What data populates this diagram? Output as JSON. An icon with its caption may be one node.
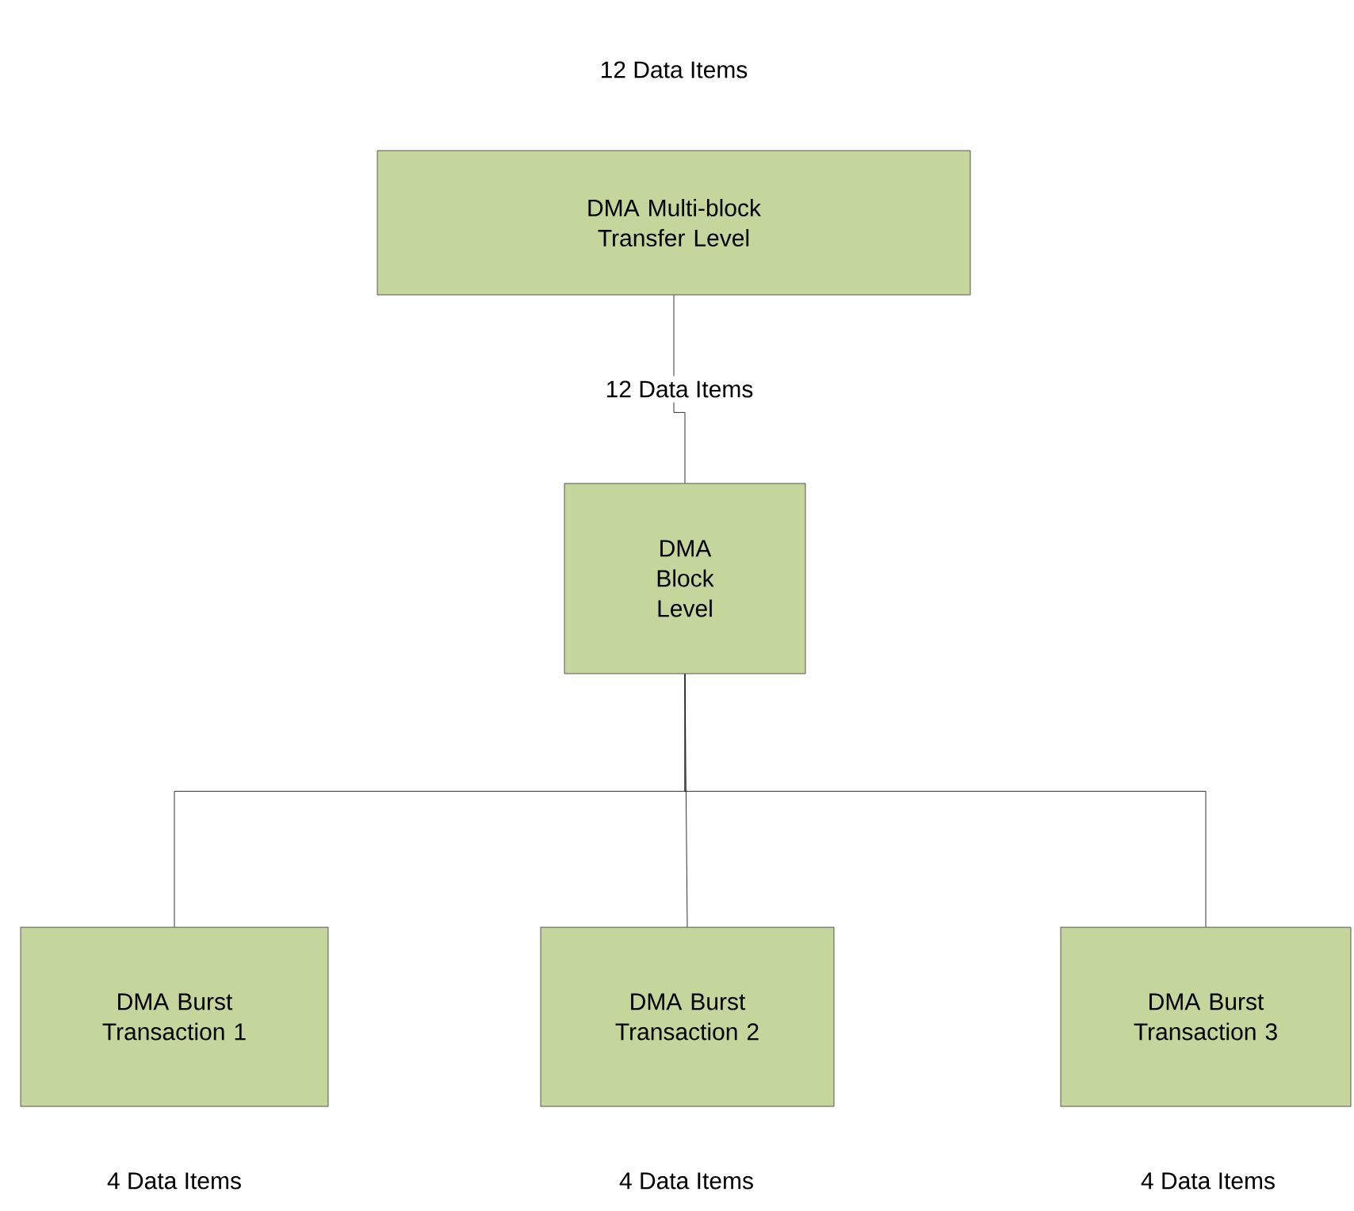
{
  "diagram": {
    "nodes": [
      {
        "text": [
          "DMA Multi-block Transfer Level"
        ],
        "beside": [
          "12 Data Items"
        ]
      },
      {
        "text": [
          "DMA Block Level"
        ]
      },
      {
        "text": [
          "DMA Burst Transaction 1"
        ],
        "beside": [
          "4 Data Items"
        ]
      },
      {
        "text": [
          "DMA Burst Transaction 2"
        ],
        "beside": [
          "4 Data Items"
        ]
      },
      {
        "text": [
          "DMA Burst Transaction 3"
        ],
        "beside": [
          "4 Data Items"
        ]
      }
    ],
    "edges": [
      {
        "from": 0,
        "to": 1,
        "arrow": "none",
        "label": "12 Data Items"
      },
      {
        "from": 1,
        "to": 2,
        "arrow": "none"
      },
      {
        "from": 1,
        "to": 3,
        "arrow": "none"
      },
      {
        "from": 1,
        "to": 4,
        "arrow": "none"
      }
    ]
  }
}
